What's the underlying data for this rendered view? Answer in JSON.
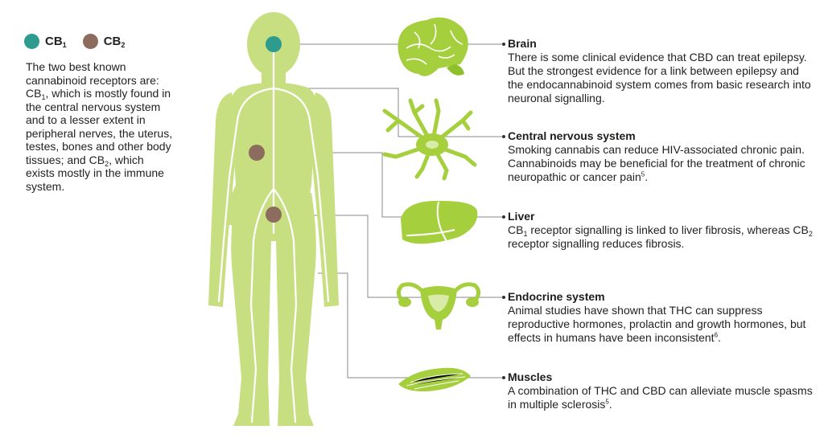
{
  "colors": {
    "body": "#c8df81",
    "body_vein": "#ffffff",
    "organ": "#a6cf3d",
    "organ_dark": "#8fbf2a",
    "cb1": "#2e9b8f",
    "cb2": "#8c6c5c",
    "connector": "#8a8a8a"
  },
  "legend": {
    "cb1": {
      "name": "CB",
      "sub": "1"
    },
    "cb2": {
      "name": "CB",
      "sub": "2"
    }
  },
  "intro": {
    "p1": "The two best known cannabinoid receptors are: CB",
    "s1": "1",
    "p2": ", which is mostly found in the central nervous system and to a lesser extent in peripheral nerves, the uterus, testes, bones and other body tissues; and CB",
    "s2": "2",
    "p3": ", which exists mostly in the immune system."
  },
  "sections": {
    "brain": {
      "title": "Brain",
      "body": "There is some clinical evidence that CBD can treat epilepsy. But the strongest evidence for a link between epilepsy and the endocannabinoid system comes from basic research into neuronal signalling.",
      "icon": "brain-icon"
    },
    "cns": {
      "title": "Central nervous system",
      "body": "Smoking cannabis can reduce HIV-associated chronic pain. Cannabinoids may be beneficial for the treatment of chronic neuropathic or cancer pain",
      "ref": "5",
      "tail": ".",
      "icon": "neuron-icon"
    },
    "liver": {
      "title": "Liver",
      "p1": "CB",
      "s1": "1",
      "p2": " receptor signalling is linked to liver fibrosis, whereas CB",
      "s2": "2",
      "p3": " receptor signalling reduces fibrosis.",
      "icon": "liver-icon"
    },
    "endocrine": {
      "title": "Endocrine system",
      "body": "Animal studies have shown that THC can suppress reproductive hormones, prolactin and growth hormones, but effects in humans have been inconsistent",
      "ref": "6",
      "tail": ".",
      "icon": "uterus-icon"
    },
    "muscles": {
      "title": "Muscles",
      "body": "A combination of THC and CBD can alleviate muscle spasms in multiple sclerosis",
      "ref": "5",
      "tail": ".",
      "icon": "muscle-icon"
    }
  }
}
